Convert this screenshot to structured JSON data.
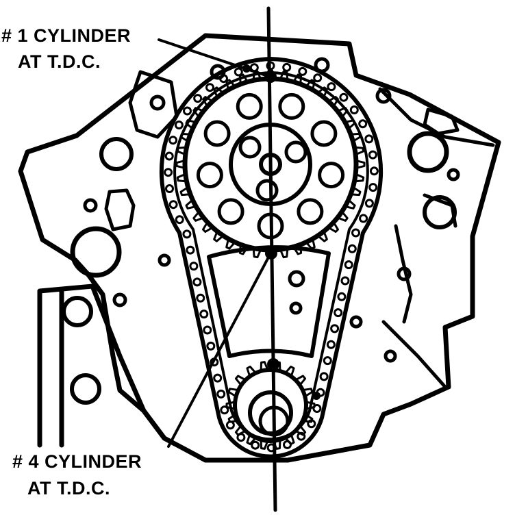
{
  "labels": {
    "top_line1": "# 1 CYLINDER",
    "top_line2": "AT T.D.C.",
    "bottom_line1": "# 4 CYLINDER",
    "bottom_line2": "AT T.D.C."
  },
  "colors": {
    "ink": "#000000",
    "paper": "#ffffff"
  },
  "parts": {
    "cam_sprocket_teeth": 40,
    "crank_sprocket_teeth": 18,
    "chain_links": 58
  }
}
